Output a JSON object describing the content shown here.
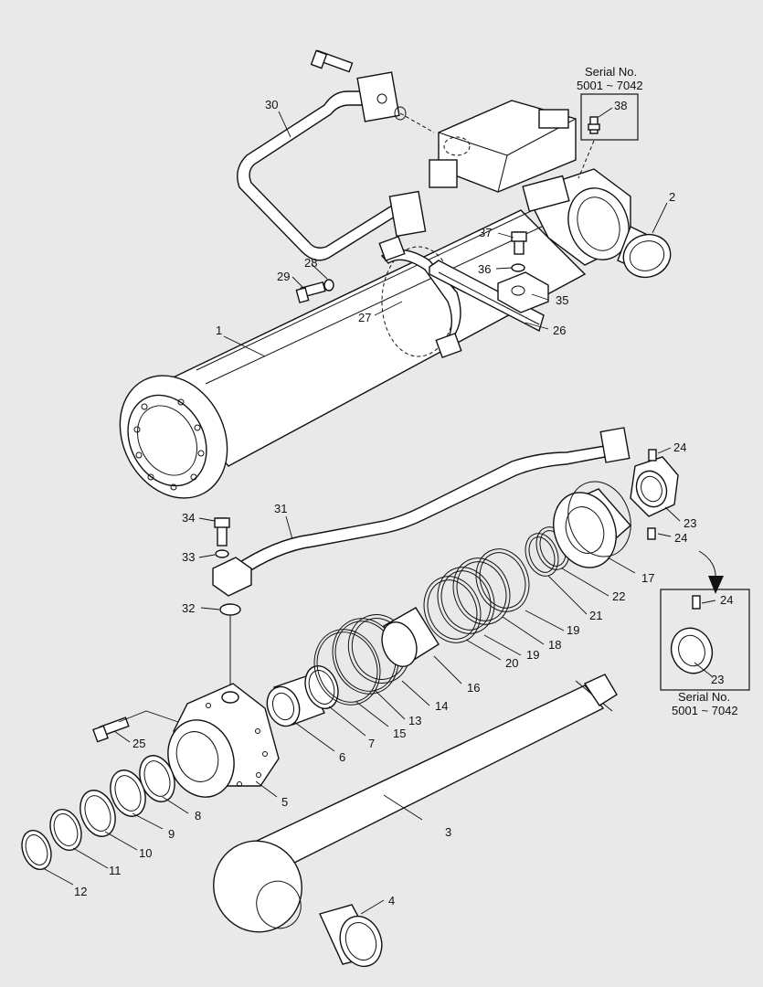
{
  "serial_top": {
    "line1": "Serial No.",
    "line2": "5001 ~ 7042"
  },
  "serial_bottom": {
    "line1": "Serial No.",
    "line2": "5001 ~ 7042"
  },
  "callouts": {
    "n1": "1",
    "n2": "2",
    "n3": "3",
    "n4": "4",
    "n5": "5",
    "n6": "6",
    "n7": "7",
    "n8": "8",
    "n9": "9",
    "n10": "10",
    "n11": "11",
    "n12": "12",
    "n13": "13",
    "n14": "14",
    "n15": "15",
    "n16": "16",
    "n17": "17",
    "n18": "18",
    "n19a": "19",
    "n19b": "19",
    "n20": "20",
    "n21": "21",
    "n22": "22",
    "n23a": "23",
    "n23b": "23",
    "n24a": "24",
    "n24b": "24",
    "n24c": "24",
    "n25": "25",
    "n26": "26",
    "n27": "27",
    "n28": "28",
    "n29": "29",
    "n30": "30",
    "n31": "31",
    "n32": "32",
    "n33": "33",
    "n34": "34",
    "n35": "35",
    "n36": "36",
    "n37": "37",
    "n38": "38"
  }
}
